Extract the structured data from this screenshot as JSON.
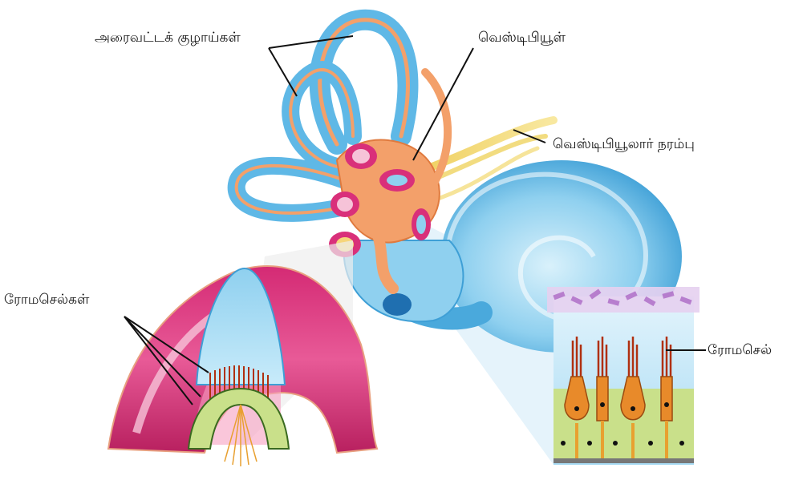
{
  "labels": {
    "semicircular_canals": "அரைவட்டக் குழாய்கள்",
    "vestibule": "வெஸ்டிபியூள்",
    "vestibular_nerve": "வெஸ்டிபியூலார் நரம்பு",
    "hair_cells": "ரோமசெல்கள்",
    "hair_cell": "ரோமசெல்"
  },
  "colors": {
    "canal_blue": "#5fb8e6",
    "canal_light": "#a9dcf5",
    "vestibule_orange": "#f3a06a",
    "ampulla_pink": "#d9307a",
    "crista_magenta": "#c8266e",
    "nerve_yellow": "#e8c84a",
    "cell_green": "#c9e08a",
    "cell_orange": "#e88a2a"
  }
}
